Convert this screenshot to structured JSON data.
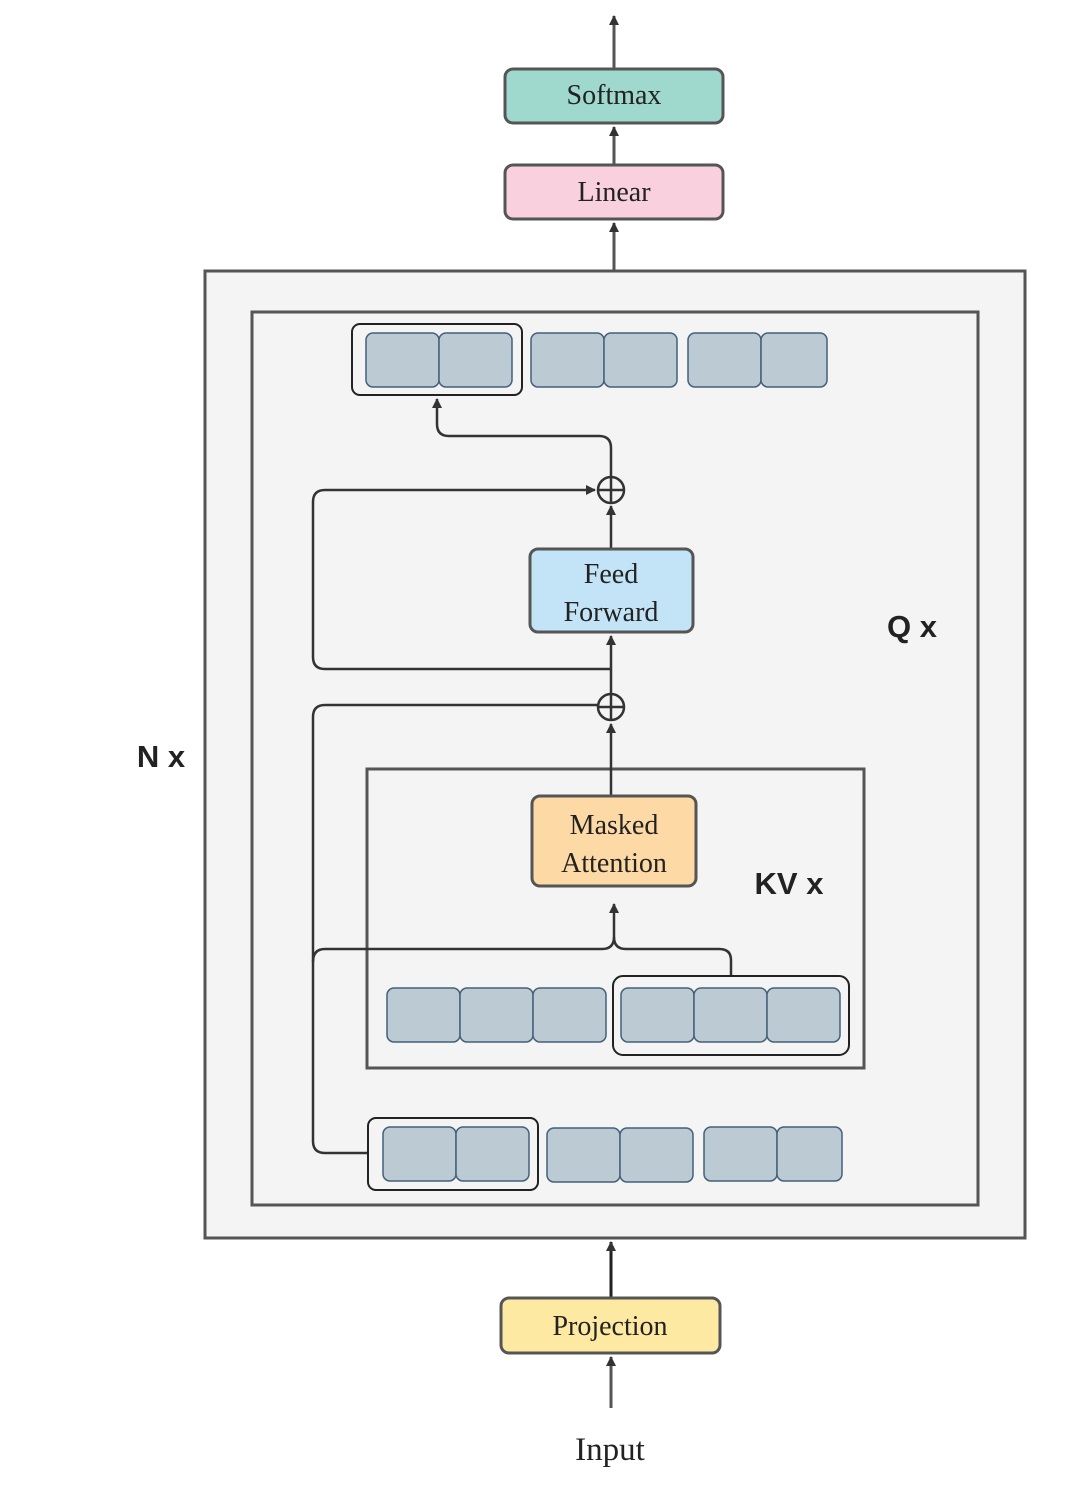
{
  "blocks": {
    "softmax": {
      "label": "Softmax",
      "color": "#9fd8cc"
    },
    "linear": {
      "label": "Linear",
      "color": "#f9d1de"
    },
    "feed_forward": {
      "line1": "Feed",
      "line2": "Forward",
      "color": "#c2e4f6"
    },
    "masked_attention": {
      "line1": "Masked",
      "line2": "Attention",
      "color": "#fdd9a5"
    },
    "projection": {
      "label": "Projection",
      "color": "#fde9a2"
    }
  },
  "loops": {
    "n": "N x",
    "q": "Q x",
    "kv": "KV x"
  },
  "input_label": "Input",
  "colors": {
    "token": "#bccad4",
    "token_stroke": "#44607a",
    "container": "#f4f4f4",
    "border": "#555555"
  }
}
